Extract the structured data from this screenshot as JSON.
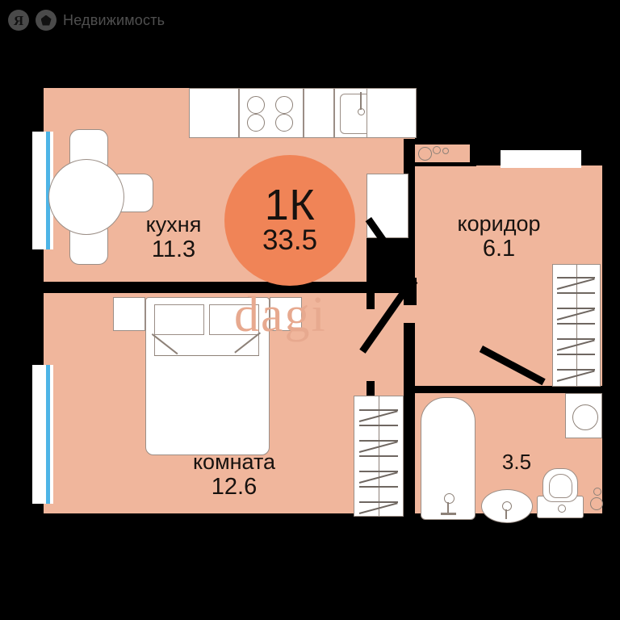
{
  "brand": {
    "logo_ya": "Я",
    "logo_icon": "house-pentagon-icon",
    "name": "Недвижимость"
  },
  "watermark": "dagi",
  "badge": {
    "rooms_label": "1К",
    "total_area": "33.5"
  },
  "plan": {
    "type": "apartment-floor-plan",
    "unit": "м²",
    "rooms": [
      {
        "key": "kitchen",
        "name": "кухня",
        "area": "11.3"
      },
      {
        "key": "corridor",
        "name": "коридор",
        "area": "6.1"
      },
      {
        "key": "living",
        "name": "комната",
        "area": "12.6"
      },
      {
        "key": "bathroom",
        "name": "",
        "area": "3.5"
      }
    ],
    "fixtures": [
      "dining-table",
      "chair",
      "stove",
      "sink",
      "refrigerator",
      "bed",
      "nightstand",
      "wardrobe",
      "bathtub",
      "washbasin",
      "toilet",
      "washing-machine",
      "meter-box"
    ],
    "windows": 2,
    "doors": 3,
    "colors": {
      "floor": "#f0b69c",
      "badge": "#f08457",
      "wall": "#000000",
      "fixture_stroke": "#9b8e86",
      "window": "#4db4e6",
      "background": "#000000"
    }
  }
}
